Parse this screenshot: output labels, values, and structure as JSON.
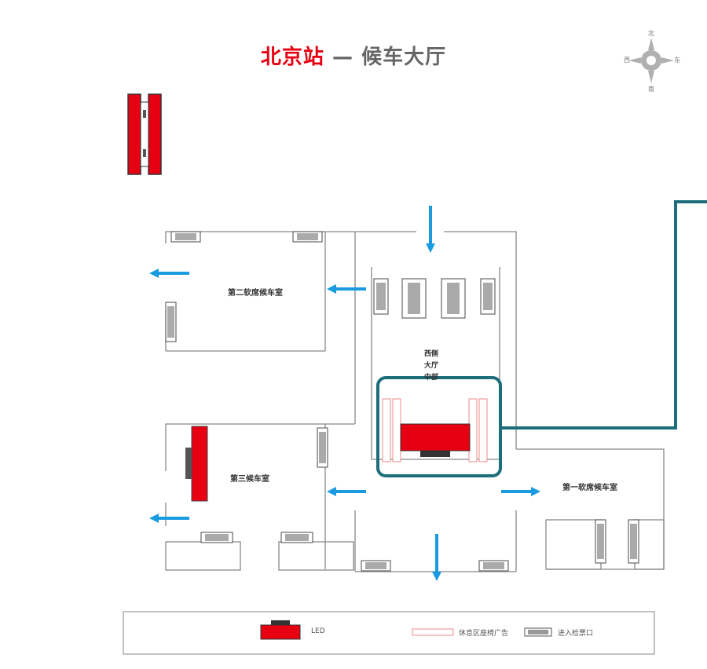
{
  "title": {
    "station": "北京站",
    "dash": "—",
    "hall": "候车大厅"
  },
  "compass": {
    "north": "北",
    "south": "南",
    "east": "东",
    "west": "西"
  },
  "rooms": {
    "second_class": "第二软席候车室",
    "third": "第三候车室",
    "first_class": "第一软席候车室",
    "west_hall_line1": "西侧",
    "west_hall_line2": "大厅",
    "west_hall_line3": "中部"
  },
  "legend": {
    "led": "LED",
    "chair": "休息区座椅广告",
    "gate": "进入检票口"
  },
  "colors": {
    "brand_red": "#e60012",
    "arrow_blue": "#1a9be0",
    "highlight_teal": "#1d6e7a",
    "wall_gray": "#888888"
  }
}
